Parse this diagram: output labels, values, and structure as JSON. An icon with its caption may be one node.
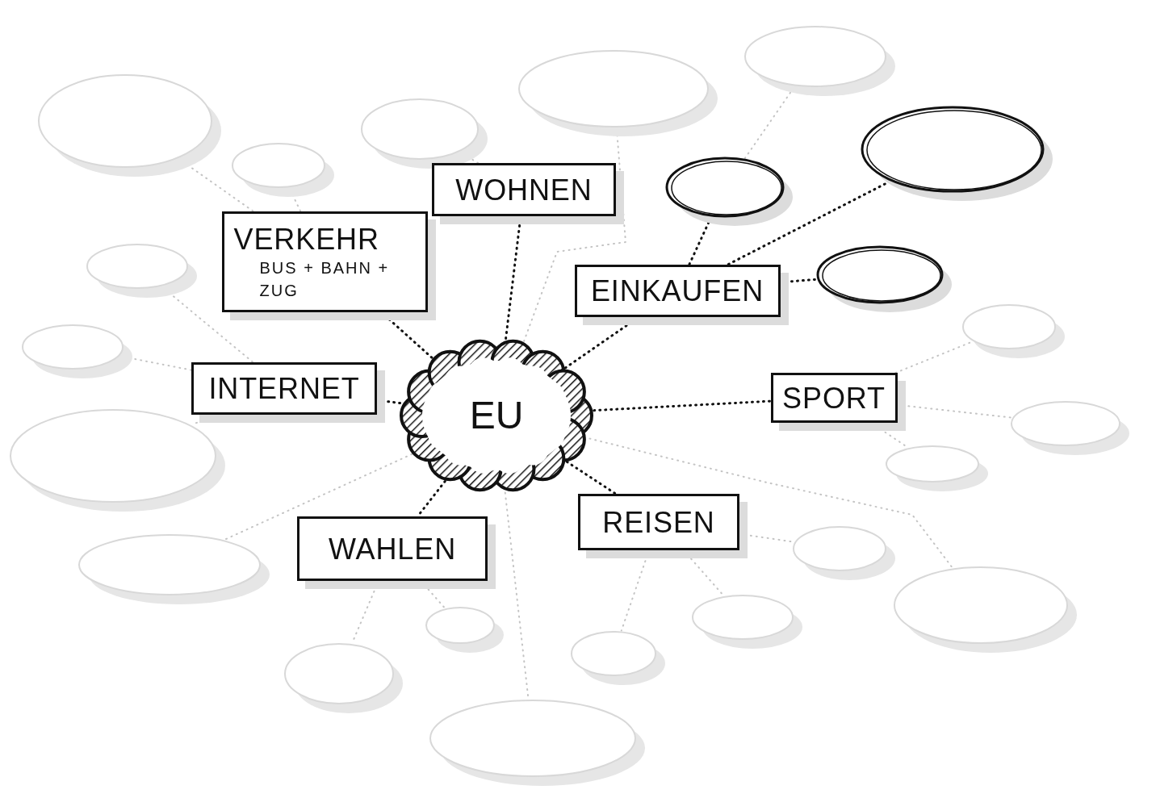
{
  "diagram": {
    "nodes": [
      {
        "text": [],
        "shape": "ellipse"
      },
      {
        "text": [],
        "shape": "ellipse"
      },
      {
        "text": [],
        "shape": "ellipse"
      },
      {
        "text": [],
        "shape": "ellipse"
      },
      {
        "text": [],
        "shape": "ellipse"
      },
      {
        "text": [],
        "shape": "ellipse"
      },
      {
        "text": [
          "WOHNEN"
        ]
      },
      {
        "text": [],
        "shape": "ellipse"
      },
      {
        "text": [
          "VERKEHR",
          "BUS + BAHN + ZUG"
        ]
      },
      {
        "text": [],
        "shape": "ellipse"
      },
      {
        "text": [
          "EINKAUFEN"
        ]
      },
      {
        "text": [],
        "shape": "ellipse"
      },
      {
        "text": [],
        "shape": "ellipse"
      },
      {
        "text": [],
        "shape": "ellipse"
      },
      {
        "text": [
          "INTERNET"
        ]
      },
      {
        "text": [
          "EU"
        ]
      },
      {
        "text": [
          "SPORT"
        ]
      },
      {
        "text": [],
        "shape": "ellipse"
      },
      {
        "text": [],
        "shape": "ellipse"
      },
      {
        "text": [],
        "shape": "ellipse"
      },
      {
        "text": [
          "REISEN"
        ]
      },
      {
        "text": [
          "WAHLEN"
        ]
      },
      {
        "text": [],
        "shape": "ellipse"
      },
      {
        "text": [],
        "shape": "ellipse"
      },
      {
        "text": [],
        "shape": "ellipse"
      },
      {
        "text": [],
        "shape": "ellipse"
      },
      {
        "text": [],
        "shape": "ellipse"
      },
      {
        "text": [],
        "shape": "ellipse"
      },
      {
        "text": [],
        "shape": "ellipse"
      },
      {
        "text": [],
        "shape": "ellipse"
      }
    ],
    "edges": [
      {
        "from": 15,
        "to": 8,
        "arrow": "none",
        "color": "#111111"
      },
      {
        "from": 15,
        "to": 6,
        "arrow": "none",
        "color": "#111111"
      },
      {
        "from": 15,
        "to": 10,
        "arrow": "none",
        "color": "#111111"
      },
      {
        "from": 15,
        "to": 14,
        "arrow": "none",
        "color": "#111111"
      },
      {
        "from": 15,
        "to": 16,
        "arrow": "none",
        "color": "#111111"
      },
      {
        "from": 15,
        "to": 20,
        "arrow": "none",
        "color": "#111111"
      },
      {
        "from": 15,
        "to": 21,
        "arrow": "none",
        "color": "#111111"
      },
      {
        "from": 10,
        "to": 7,
        "arrow": "none",
        "color": "#111111"
      },
      {
        "from": 10,
        "to": 5,
        "arrow": "none",
        "color": "#111111"
      },
      {
        "from": 10,
        "to": 9,
        "arrow": "none",
        "color": "#111111"
      },
      {
        "from": 8,
        "to": 0,
        "arrow": "none"
      },
      {
        "from": 8,
        "to": 4,
        "arrow": "none"
      },
      {
        "from": 6,
        "to": 3,
        "arrow": "none"
      },
      {
        "from": 15,
        "to": 1,
        "arrow": "none"
      },
      {
        "from": 7,
        "to": 2,
        "arrow": "none"
      },
      {
        "from": 14,
        "to": 11,
        "arrow": "none"
      },
      {
        "from": 14,
        "to": 13,
        "arrow": "none"
      },
      {
        "from": 14,
        "to": 18,
        "arrow": "none"
      },
      {
        "from": 16,
        "to": 12,
        "arrow": "none"
      },
      {
        "from": 16,
        "to": 17,
        "arrow": "none"
      },
      {
        "from": 16,
        "to": 19,
        "arrow": "none"
      },
      {
        "from": 20,
        "to": 22,
        "arrow": "none"
      },
      {
        "from": 15,
        "to": 24,
        "arrow": "none"
      },
      {
        "from": 15,
        "to": 23,
        "arrow": "none"
      },
      {
        "from": 21,
        "to": 25,
        "arrow": "none"
      },
      {
        "from": 20,
        "to": 26,
        "arrow": "none"
      },
      {
        "from": 20,
        "to": 27,
        "arrow": "none"
      },
      {
        "from": 21,
        "to": 28,
        "arrow": "none"
      },
      {
        "from": 15,
        "to": 29,
        "arrow": "none"
      }
    ]
  }
}
